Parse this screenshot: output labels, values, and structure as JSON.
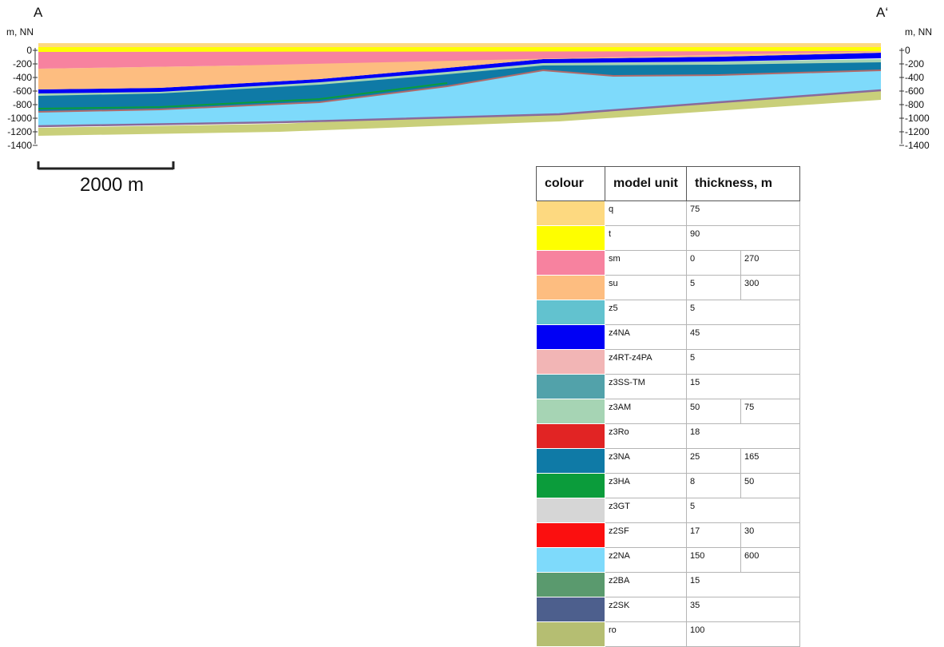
{
  "section": {
    "start_label": "A",
    "end_label": "A‘",
    "unit_label": "m, NN",
    "depth_ticks": [
      "0",
      "-200",
      "-400",
      "-600",
      "-800",
      "-1000",
      "-1200",
      "-1400"
    ],
    "scale_label": "2000 m"
  },
  "legend": {
    "headers": {
      "colour": "colour",
      "unit": "model unit",
      "thickness": "thickness, m"
    },
    "rows": [
      {
        "color": "#fdd980",
        "unit": "q",
        "t1": "75",
        "t2": ""
      },
      {
        "color": "#fefe00",
        "unit": "t",
        "t1": "90",
        "t2": ""
      },
      {
        "color": "#f7829f",
        "unit": "sm",
        "t1": "0",
        "t2": "270"
      },
      {
        "color": "#fdbd80",
        "unit": "su",
        "t1": "5",
        "t2": "300"
      },
      {
        "color": "#62c2cf",
        "unit": "z5",
        "t1": "5",
        "t2": ""
      },
      {
        "color": "#0000f5",
        "unit": "z4NA",
        "t1": "45",
        "t2": ""
      },
      {
        "color": "#f2b5b5",
        "unit": "z4RT-z4PA",
        "t1": "5",
        "t2": ""
      },
      {
        "color": "#52a2aa",
        "unit": "z3SS-TM",
        "t1": "15",
        "t2": ""
      },
      {
        "color": "#a6d4b4",
        "unit": "z3AM",
        "t1": "50",
        "t2": "75"
      },
      {
        "color": "#e12424",
        "unit": "z3Ro",
        "t1": "18",
        "t2": ""
      },
      {
        "color": "#0f7aa6",
        "unit": "z3NA",
        "t1": "25",
        "t2": "165"
      },
      {
        "color": "#0b9c3b",
        "unit": "z3HA",
        "t1": "8",
        "t2": "50"
      },
      {
        "color": "#d6d6d6",
        "unit": "z3GT",
        "t1": "5",
        "t2": ""
      },
      {
        "color": "#fb0f0f",
        "unit": "z2SF",
        "t1": "17",
        "t2": "30"
      },
      {
        "color": "#7edafb",
        "unit": "z2NA",
        "t1": "150",
        "t2": "600"
      },
      {
        "color": "#5a9a6e",
        "unit": "z2BA",
        "t1": "15",
        "t2": ""
      },
      {
        "color": "#4d5f8d",
        "unit": "z2SK",
        "t1": "35",
        "t2": ""
      },
      {
        "color": "#b5be72",
        "unit": "ro",
        "t1": "100",
        "t2": ""
      }
    ]
  }
}
